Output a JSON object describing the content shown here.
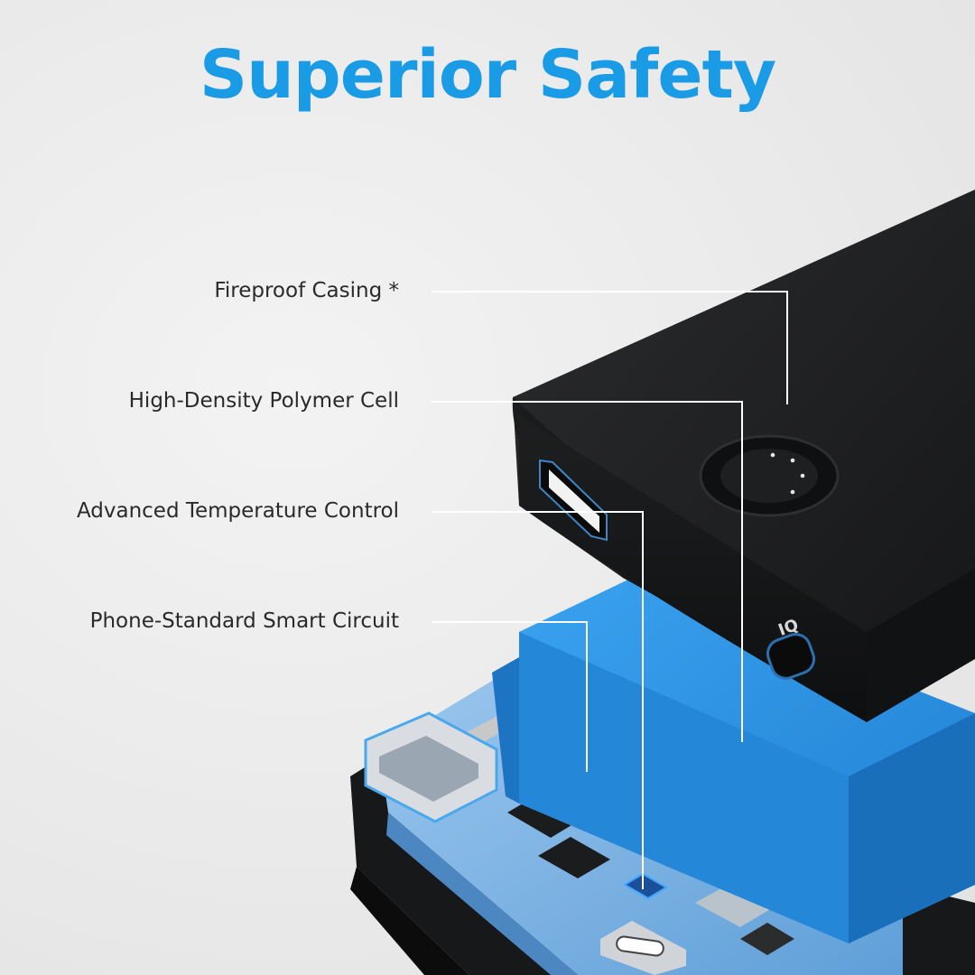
{
  "headline": "Superior Safety",
  "callouts": [
    {
      "label": "Fireproof Casing *"
    },
    {
      "label": "High-Density Polymer Cell"
    },
    {
      "label": "Advanced Temperature Control"
    },
    {
      "label": "Phone-Standard Smart Circuit"
    }
  ],
  "port_badge": "IQ",
  "colors": {
    "accent": "#1a9be6",
    "casing": "#232426",
    "cell": "#2a8ee0",
    "pcb": "#7fb6e6",
    "background": "#ececec"
  }
}
